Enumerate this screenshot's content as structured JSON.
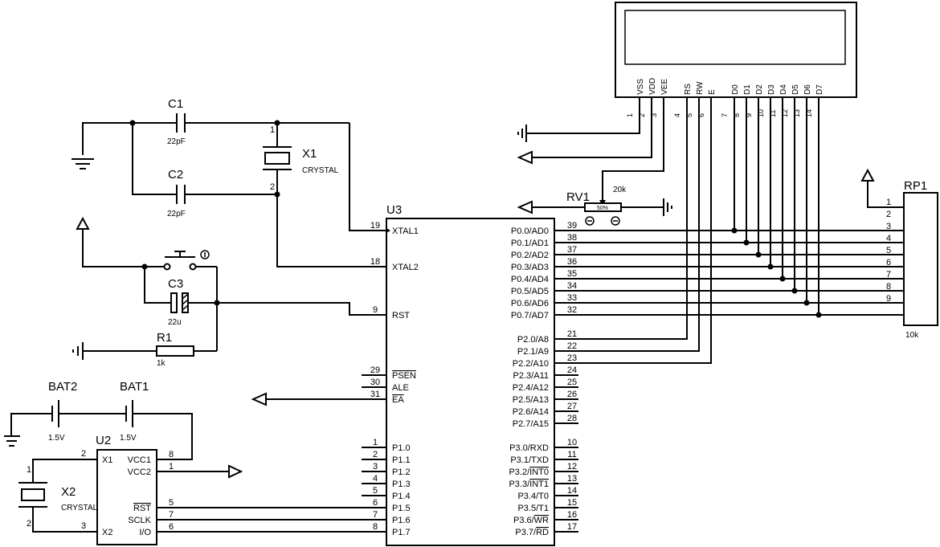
{
  "lcd": {
    "pins": [
      {
        "name": "VSS",
        "num": "1"
      },
      {
        "name": "VDD",
        "num": "2"
      },
      {
        "name": "VEE",
        "num": "3"
      },
      {
        "name": "RS",
        "num": "4"
      },
      {
        "name": "RW",
        "num": "5"
      },
      {
        "name": "E",
        "num": "6"
      },
      {
        "name": "D0",
        "num": "7"
      },
      {
        "name": "D1",
        "num": "8"
      },
      {
        "name": "D2",
        "num": "9"
      },
      {
        "name": "D3",
        "num": "10"
      },
      {
        "name": "D4",
        "num": "11"
      },
      {
        "name": "D5",
        "num": "12"
      },
      {
        "name": "D6",
        "num": "13"
      },
      {
        "name": "D7",
        "num": "14"
      }
    ]
  },
  "c1": {
    "ref": "C1",
    "value": "22pF"
  },
  "c2": {
    "ref": "C2",
    "value": "22pF"
  },
  "c3": {
    "ref": "C3",
    "value": "22u"
  },
  "x1": {
    "ref": "X1",
    "value": "CRYSTAL",
    "pin1": "1",
    "pin2": "2"
  },
  "x2": {
    "ref": "X2",
    "value": "CRYSTAL",
    "pin1": "1",
    "pin2": "2"
  },
  "r1": {
    "ref": "R1",
    "value": "1k"
  },
  "rv1": {
    "ref": "RV1",
    "value": "20k",
    "percent": "50%"
  },
  "rp1": {
    "ref": "RP1",
    "value": "10k",
    "pins": [
      "1",
      "2",
      "3",
      "4",
      "5",
      "6",
      "7",
      "8",
      "9"
    ]
  },
  "bat1": {
    "ref": "BAT1",
    "value": "1.5V"
  },
  "bat2": {
    "ref": "BAT2",
    "value": "1.5V"
  },
  "u2": {
    "ref": "U2",
    "pins": [
      {
        "name": "X1",
        "num": "2"
      },
      {
        "name": "X2",
        "num": "3"
      },
      {
        "name": "VCC1",
        "num": "8"
      },
      {
        "name": "VCC2",
        "num": "1"
      },
      {
        "name": "RST",
        "num": "5"
      },
      {
        "name": "SCLK",
        "num": "7"
      },
      {
        "name": "I/O",
        "num": "6"
      }
    ]
  },
  "u3": {
    "ref": "U3",
    "left_pins": [
      {
        "name": "XTAL1",
        "num": "19"
      },
      {
        "name": "XTAL2",
        "num": "18"
      },
      {
        "name": "RST",
        "num": "9"
      },
      {
        "name": "PSEN",
        "num": "29"
      },
      {
        "name": "ALE",
        "num": "30"
      },
      {
        "name": "EA",
        "num": "31"
      },
      {
        "name": "P1.0",
        "num": "1"
      },
      {
        "name": "P1.1",
        "num": "2"
      },
      {
        "name": "P1.2",
        "num": "3"
      },
      {
        "name": "P1.3",
        "num": "4"
      },
      {
        "name": "P1.4",
        "num": "5"
      },
      {
        "name": "P1.5",
        "num": "6"
      },
      {
        "name": "P1.6",
        "num": "7"
      },
      {
        "name": "P1.7",
        "num": "8"
      }
    ],
    "port0": [
      {
        "name": "P0.0/AD0",
        "num": "39"
      },
      {
        "name": "P0.1/AD1",
        "num": "38"
      },
      {
        "name": "P0.2/AD2",
        "num": "37"
      },
      {
        "name": "P0.3/AD3",
        "num": "36"
      },
      {
        "name": "P0.4/AD4",
        "num": "35"
      },
      {
        "name": "P0.5/AD5",
        "num": "34"
      },
      {
        "name": "P0.6/AD6",
        "num": "33"
      },
      {
        "name": "P0.7/AD7",
        "num": "32"
      }
    ],
    "port2": [
      {
        "name": "P2.0/A8",
        "num": "21"
      },
      {
        "name": "P2.1/A9",
        "num": "22"
      },
      {
        "name": "P2.2/A10",
        "num": "23"
      },
      {
        "name": "P2.3/A11",
        "num": "24"
      },
      {
        "name": "P2.4/A12",
        "num": "25"
      },
      {
        "name": "P2.5/A13",
        "num": "26"
      },
      {
        "name": "P2.6/A14",
        "num": "27"
      },
      {
        "name": "P2.7/A15",
        "num": "28"
      }
    ],
    "port3": [
      {
        "name": "P3.0/RXD",
        "num": "10"
      },
      {
        "name": "P3.1/TXD",
        "num": "11"
      },
      {
        "name": "P3.2/",
        "ov": "INT0",
        "num": "12"
      },
      {
        "name": "P3.3/",
        "ov": "INT1",
        "num": "13"
      },
      {
        "name": "P3.4/T0",
        "num": "14"
      },
      {
        "name": "P3.5/T1",
        "num": "15"
      },
      {
        "name": "P3.6/",
        "ov": "WR",
        "num": "16"
      },
      {
        "name": "P3.7/",
        "ov": "RD",
        "num": "17"
      }
    ]
  }
}
